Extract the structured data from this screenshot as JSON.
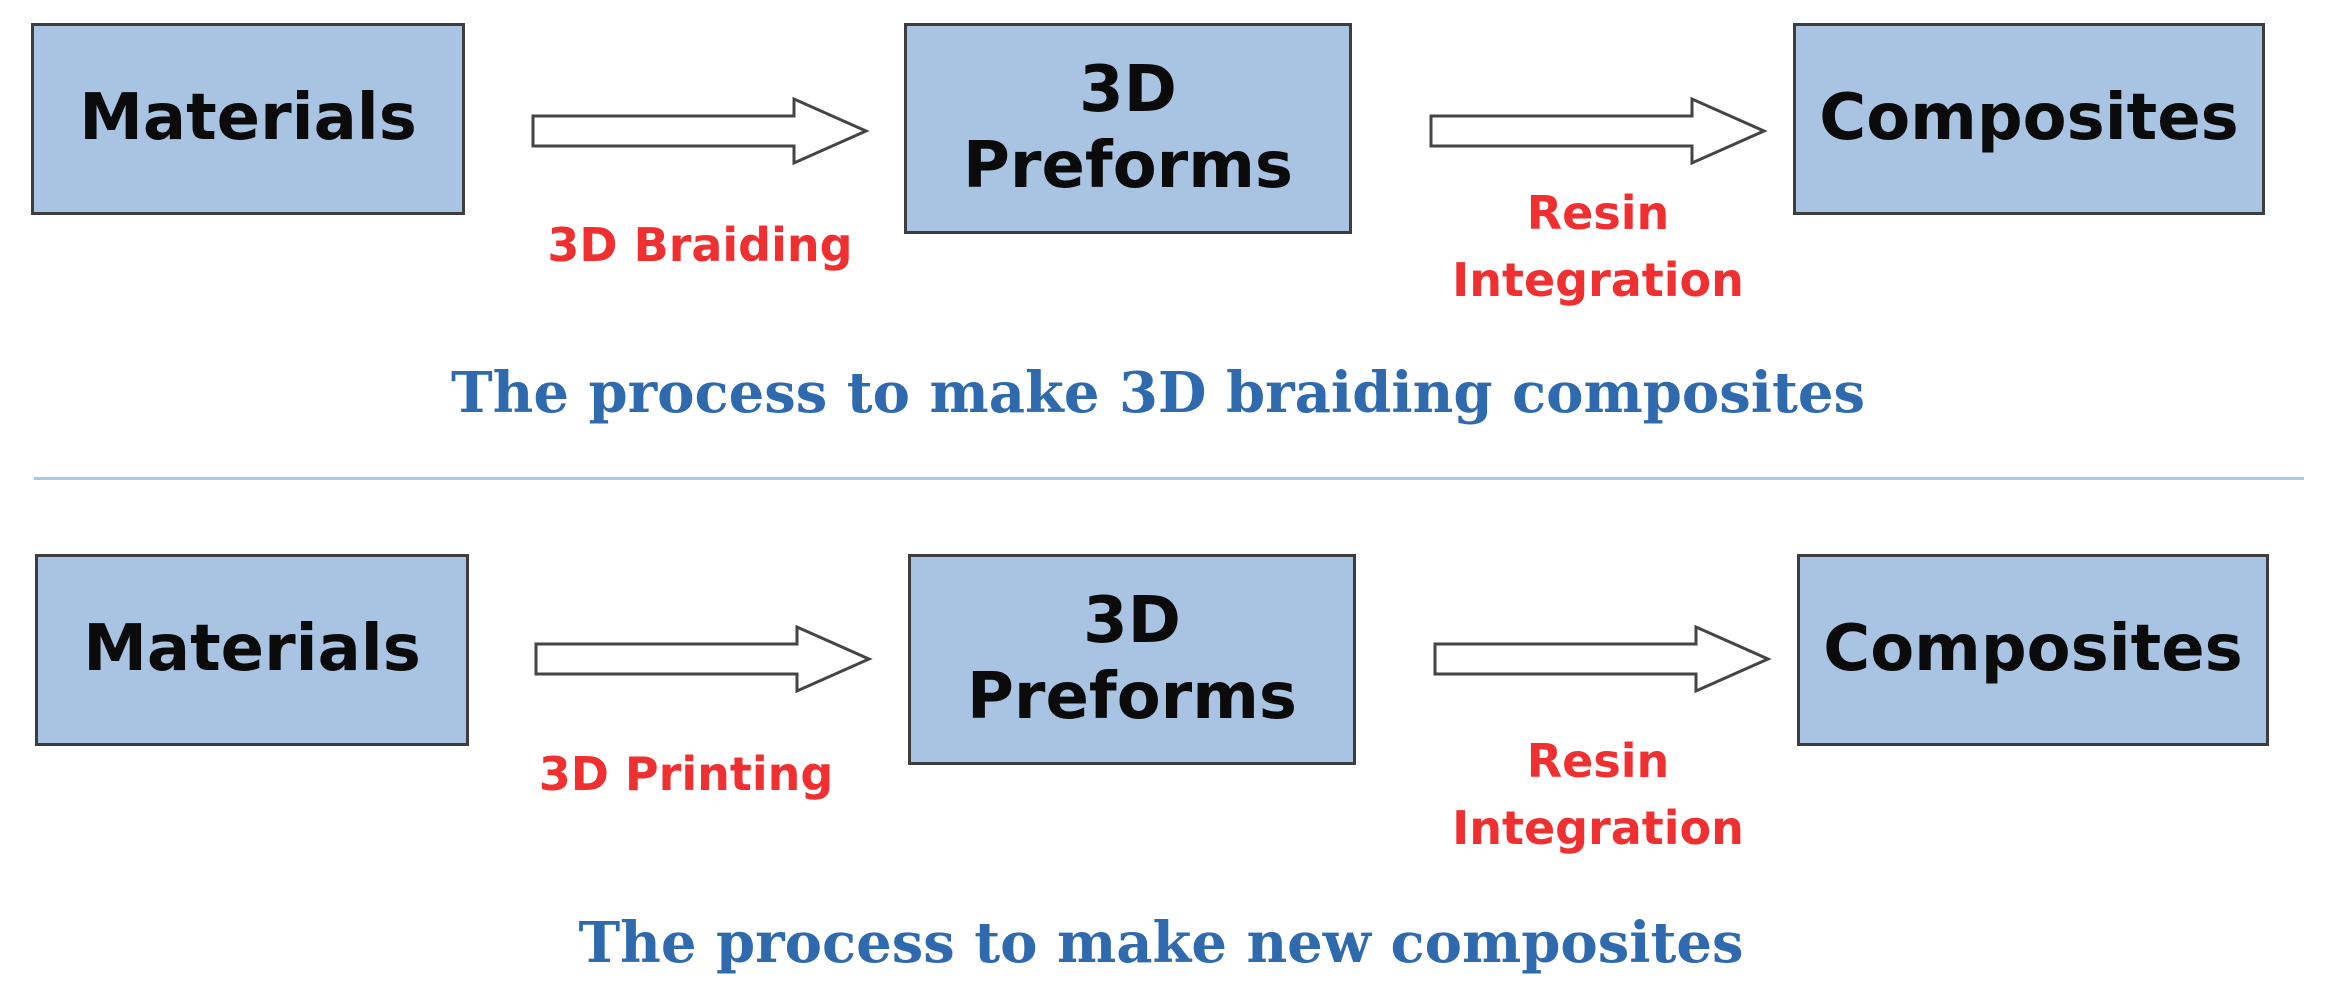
{
  "colors": {
    "box_fill": "#a9c3e3",
    "box_border": "#3d3d3d",
    "step_label": "#f03030",
    "caption": "#2f6aae",
    "divider": "#a9cbe8"
  },
  "diagram_top": {
    "nodes": [
      "Materials",
      "3D\nPreforms",
      "Composites"
    ],
    "steps": [
      "3D Braiding",
      "Resin\nIntegration"
    ],
    "caption": "The process to make 3D braiding composites"
  },
  "diagram_bottom": {
    "nodes": [
      "Materials",
      "3D\nPreforms",
      "Composites"
    ],
    "steps": [
      "3D Printing",
      "Resin\nIntegration"
    ],
    "caption": "The process to make new composites"
  }
}
